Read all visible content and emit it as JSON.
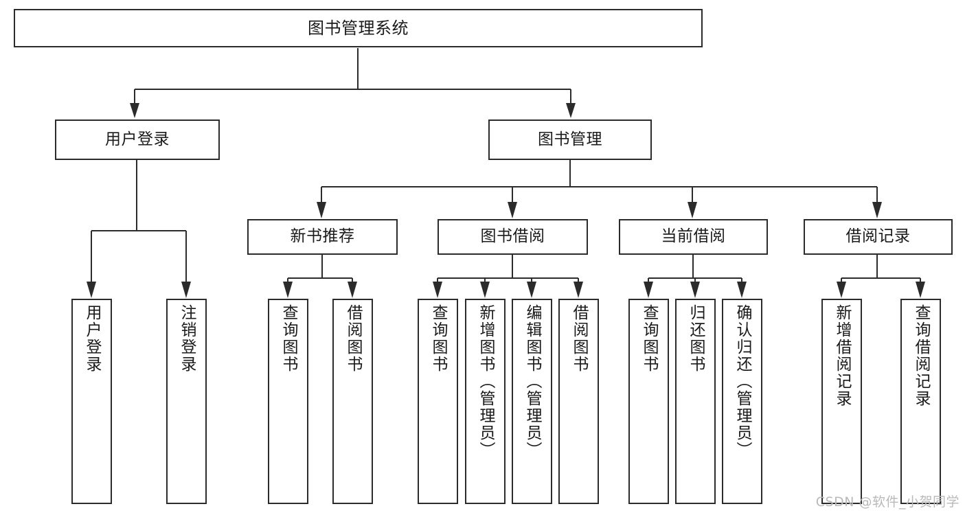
{
  "diagram": {
    "title": "图书管理系统",
    "type": "tree",
    "background_color": "#ffffff",
    "line_color": "#2b2b2b",
    "box_fill": "#ffffff",
    "text_color": "#1a1a1a"
  },
  "nodes": {
    "root": {
      "label": "图书管理系统",
      "level": 1
    },
    "level2": [
      {
        "id": "user-login",
        "label": "用户登录",
        "level": 2
      },
      {
        "id": "book-management",
        "label": "图书管理",
        "level": 2
      }
    ],
    "level3": [
      {
        "id": "new-book-recommend",
        "label": "新书推荐",
        "level": 3,
        "parent": "book-management"
      },
      {
        "id": "book-borrow",
        "label": "图书借阅",
        "level": 3,
        "parent": "book-management"
      },
      {
        "id": "current-borrow",
        "label": "当前借阅",
        "level": 3,
        "parent": "book-management"
      },
      {
        "id": "borrow-record",
        "label": "借阅记录",
        "level": 3,
        "parent": "book-management"
      }
    ],
    "leaves": [
      {
        "id": "leaf-user-login",
        "label": "用户登录",
        "parent": "user-login"
      },
      {
        "id": "leaf-logout",
        "label": "注销登录",
        "parent": "user-login"
      },
      {
        "id": "leaf-query-book-new",
        "label": "查询图书",
        "parent": "new-book-recommend"
      },
      {
        "id": "leaf-borrow-book-new",
        "label": "借阅图书",
        "parent": "new-book-recommend"
      },
      {
        "id": "leaf-query-book-borrow",
        "label": "查询图书",
        "parent": "book-borrow"
      },
      {
        "id": "leaf-add-book",
        "label": "新增图书（管理员）",
        "parent": "book-borrow"
      },
      {
        "id": "leaf-edit-book",
        "label": "编辑图书（管理员）",
        "parent": "book-borrow"
      },
      {
        "id": "leaf-borrow-book",
        "label": "借阅图书",
        "parent": "book-borrow"
      },
      {
        "id": "leaf-query-book-current",
        "label": "查询图书",
        "parent": "current-borrow"
      },
      {
        "id": "leaf-return-book",
        "label": "归还图书",
        "parent": "current-borrow"
      },
      {
        "id": "leaf-confirm-return",
        "label": "确认归还（管理员）",
        "parent": "current-borrow"
      },
      {
        "id": "leaf-add-record",
        "label": "新增借阅记录",
        "parent": "borrow-record"
      },
      {
        "id": "leaf-query-record",
        "label": "查询借阅记录",
        "parent": "borrow-record"
      }
    ]
  },
  "watermark": {
    "text": "CSDN @软件_小贺同学"
  }
}
